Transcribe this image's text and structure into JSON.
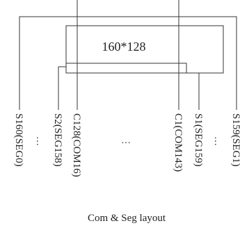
{
  "diagram": {
    "panel_label": "160*128",
    "caption": "Com & Seg layout",
    "ellipsis": "…",
    "pins": {
      "s160": "S160(SEG0)",
      "s2": "S2(SEG158)",
      "c128": "C128(COM16)",
      "c1": "C1(COM143)",
      "s1": "S1(SEG159)",
      "s159": "S159(SEG1)"
    }
  }
}
